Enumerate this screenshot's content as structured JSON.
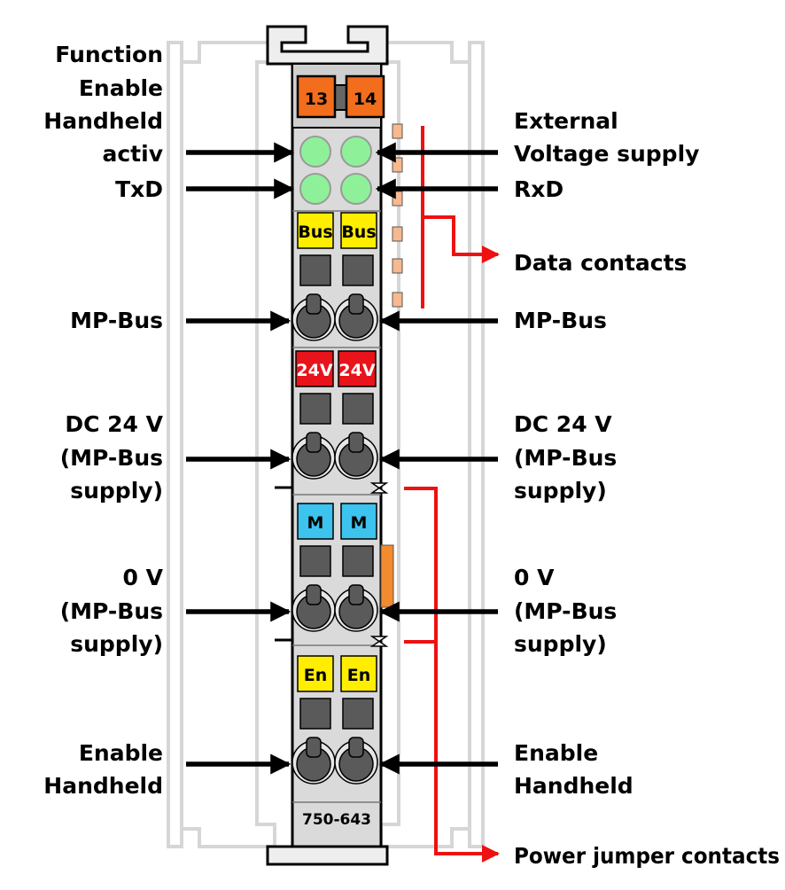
{
  "model": "750-643",
  "contacts": {
    "left_1": "13",
    "left_2": "14"
  },
  "channels": {
    "bus": "Bus",
    "v24": "24V",
    "m": "M",
    "en": "En"
  },
  "labels_left": {
    "function_line1": "Function",
    "function_line2": "Enable",
    "function_line3": "Handheld",
    "function_line4": "activ",
    "txd": "TxD",
    "mpbus": "MP-Bus",
    "dc24_line1": "DC 24 V",
    "dc24_line2": "(MP-Bus",
    "dc24_line3": "supply)",
    "zero_line1": "0 V",
    "zero_line2": "(MP-Bus",
    "zero_line3": "supply)",
    "enable_line1": "Enable",
    "enable_line2": "Handheld"
  },
  "labels_right": {
    "ext_line1": "External",
    "ext_line2": "Voltage supply",
    "rxd": "RxD",
    "data_contacts": "Data contacts",
    "mpbus": "MP-Bus",
    "dc24_line1": "DC 24 V",
    "dc24_line2": "(MP-Bus",
    "dc24_line3": "supply)",
    "zero_line1": "0 V",
    "zero_line2": "(MP-Bus",
    "zero_line3": "supply)",
    "enable_line1": "Enable",
    "enable_line2": "Handheld",
    "power_jumper": "Power jumper contacts"
  },
  "colors": {
    "body": "#d9d9d9",
    "rail": "#eeeeee",
    "orange": "#f26d1c",
    "led": "#8ef19a",
    "yellow": "#ffee00",
    "red_block": "#e8131b",
    "cyan": "#3cc3ee",
    "dark_block": "#5a5a5a",
    "arrow_red": "#ee1111"
  }
}
